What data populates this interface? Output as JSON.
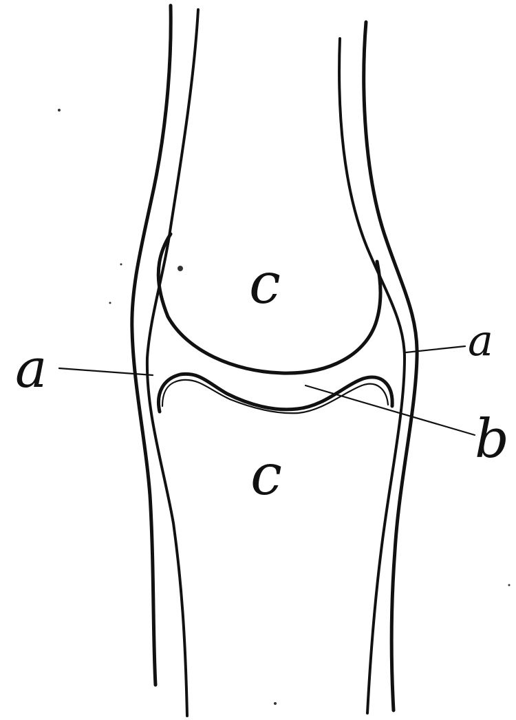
{
  "labels": {
    "synovial_membrane_left": "a",
    "synovial_membrane_right": "a",
    "joint_cavity": "b",
    "upper_bone": "c",
    "lower_bone": "c"
  },
  "colors": {
    "ink": "#111111",
    "background": "#ffffff"
  }
}
